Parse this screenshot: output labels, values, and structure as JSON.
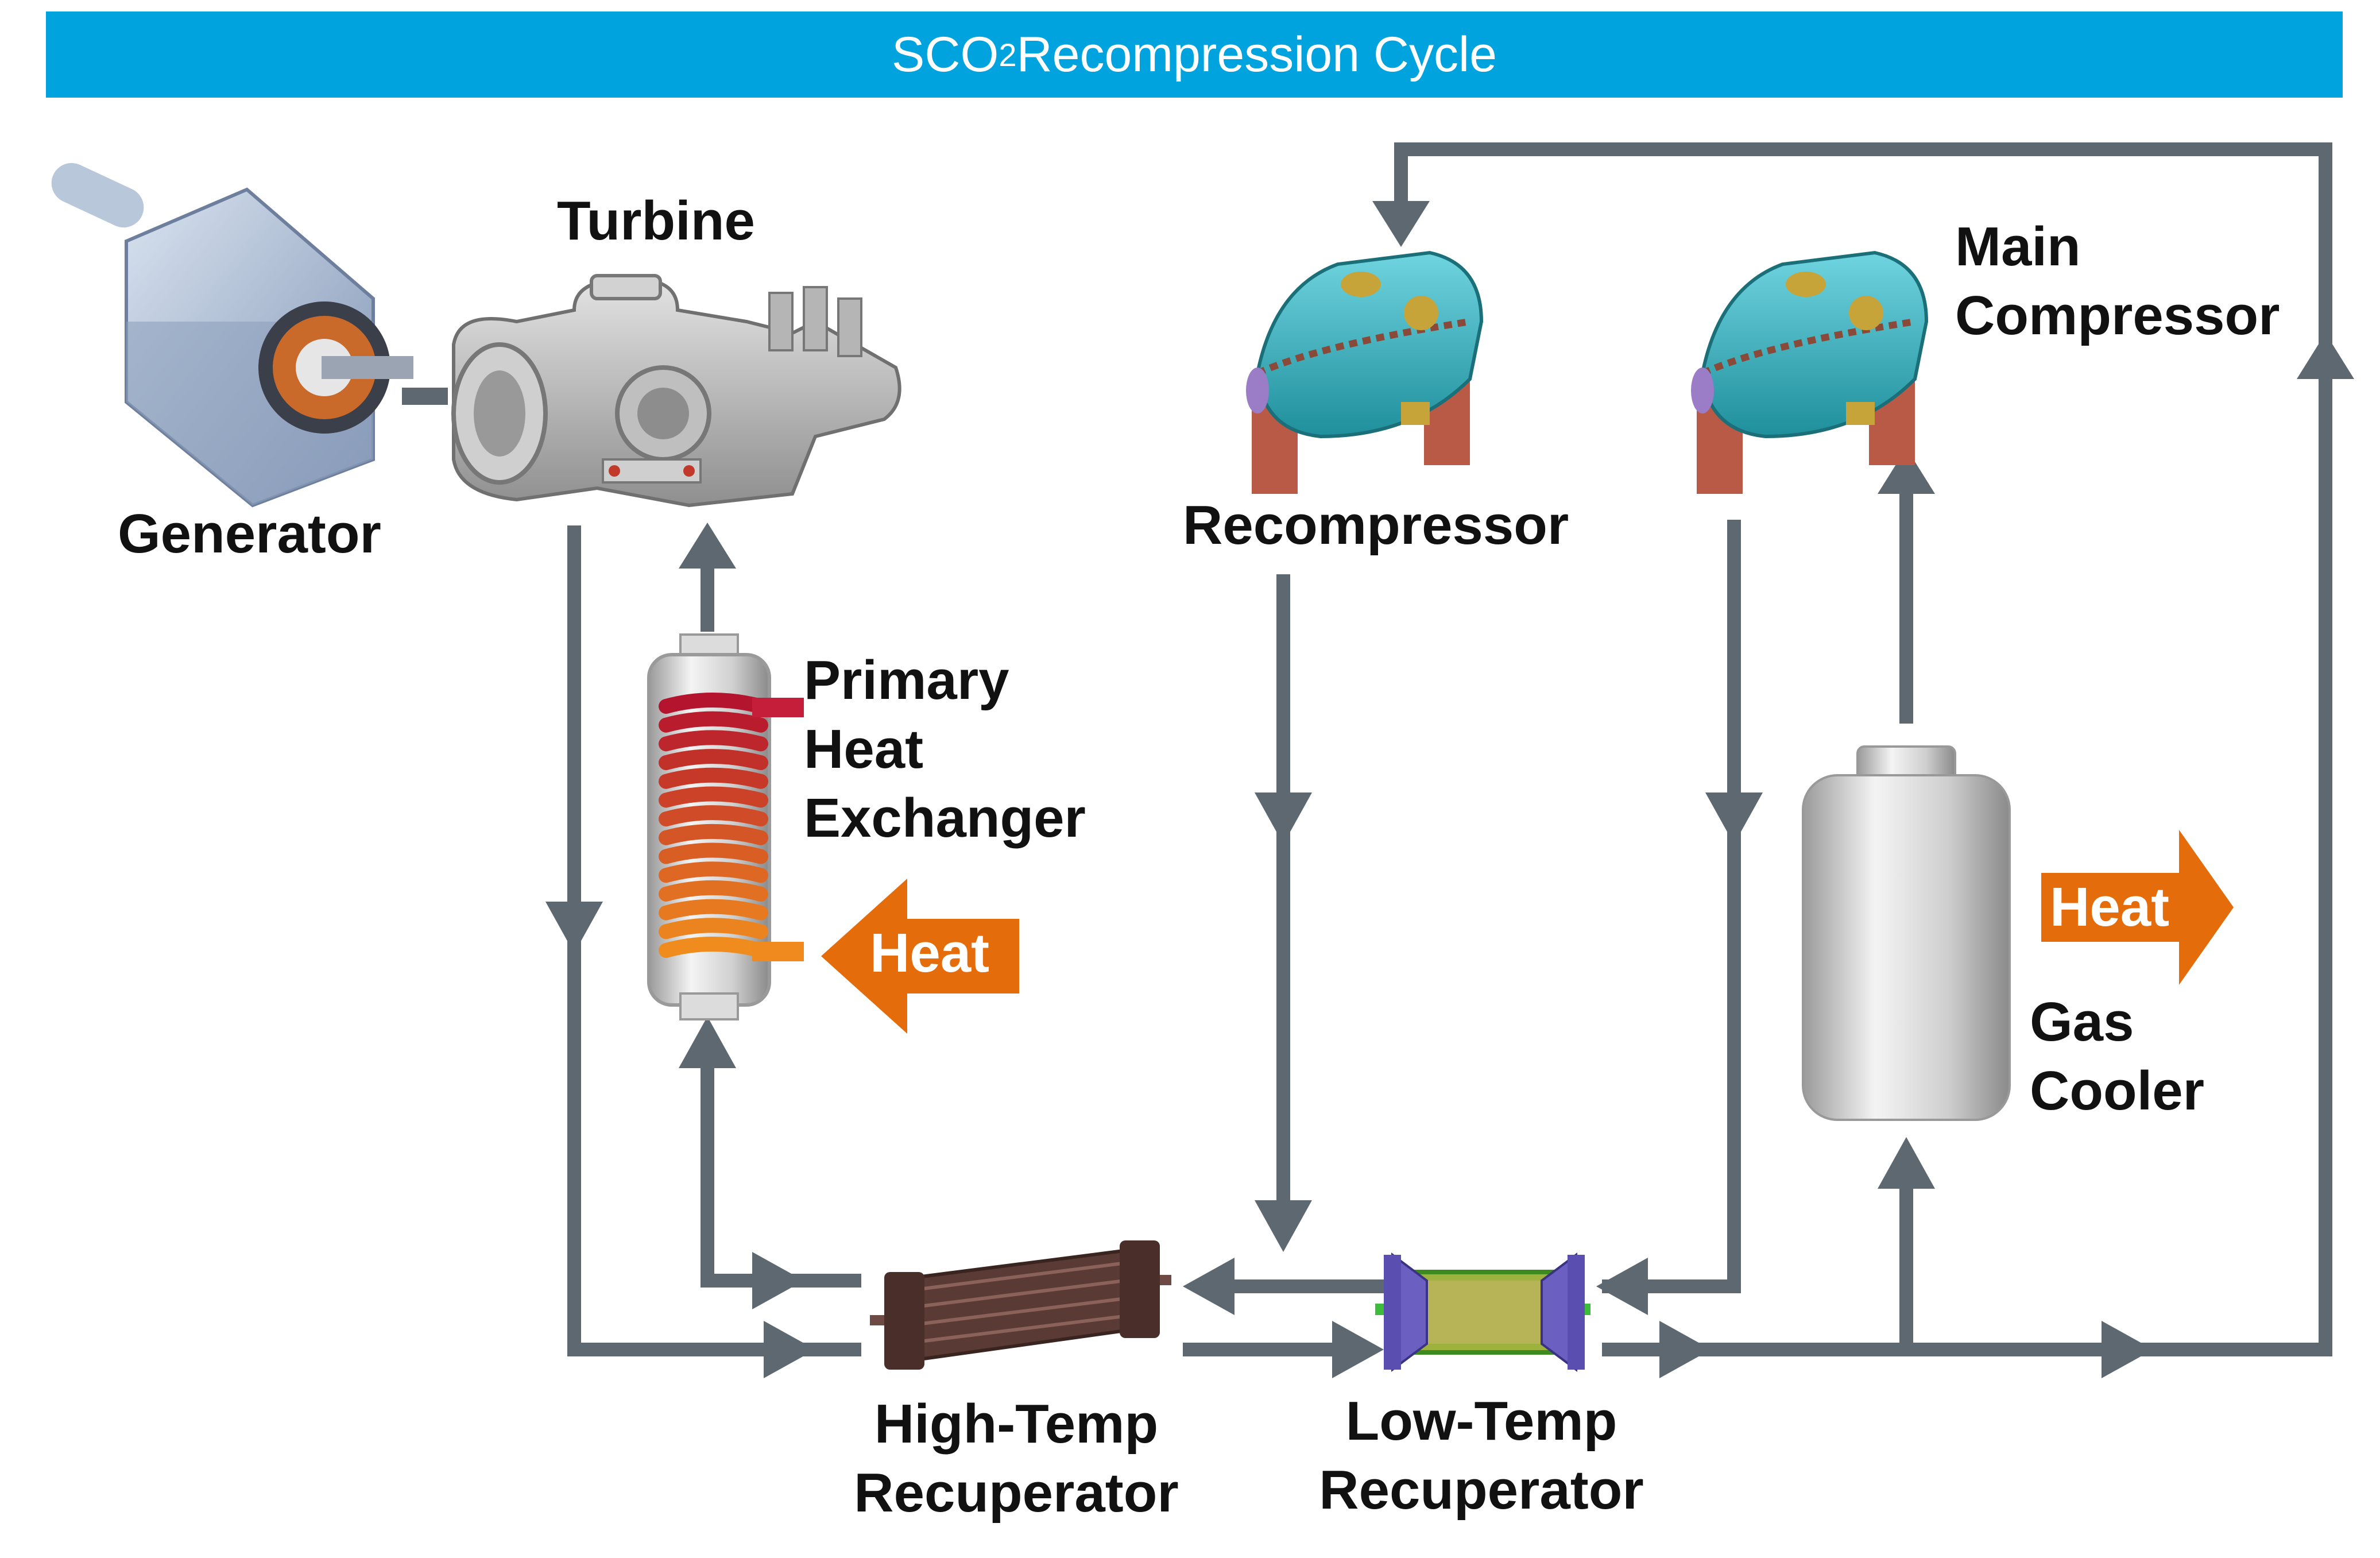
{
  "title": {
    "prefix": "SCO",
    "subscript": "2",
    "suffix": " Recompression Cycle"
  },
  "components": {
    "generator": "Generator",
    "turbine": "Turbine",
    "recompressor": "Recompressor",
    "main_compressor_l1": "Main",
    "main_compressor_l2": "Compressor",
    "phx_l1": "Primary",
    "phx_l2": "Heat",
    "phx_l3": "Exchanger",
    "htr_l1": "High-Temp",
    "htr_l2": "Recuperator",
    "ltr_l1": "Low-Temp",
    "ltr_l2": "Recuperator",
    "gas_cooler_l1": "Gas",
    "gas_cooler_l2": "Cooler"
  },
  "heat_in": "Heat",
  "heat_out": "Heat",
  "colors": {
    "title_bar": "#00a3dd",
    "pipe": "#5d6870",
    "heat": "#e46c0a",
    "compressor": "#37b7c4",
    "htr": "#5a3a34",
    "ltr": "#7fb23a"
  }
}
